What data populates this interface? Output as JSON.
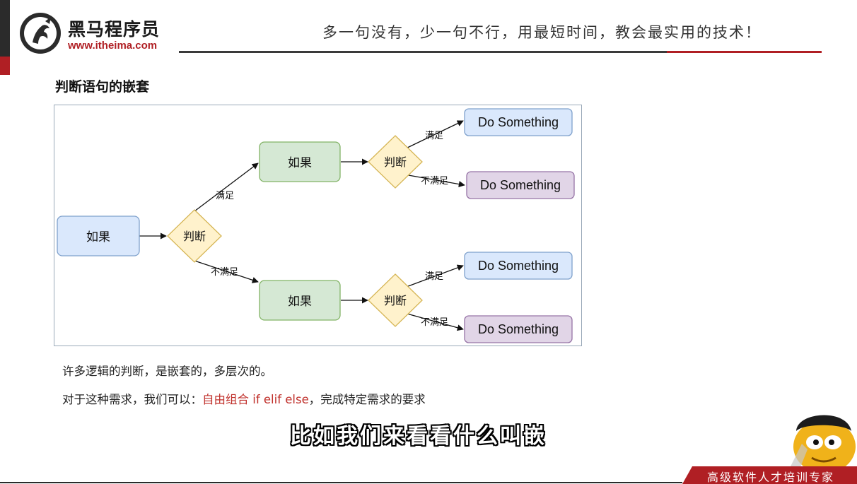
{
  "header": {
    "brand_name": "黑马程序员",
    "brand_url": "www.itheima.com",
    "slogan": "多一句没有，少一句不行，用最短时间，教会最实用的技术！"
  },
  "section": {
    "title": "判断语句的嵌套"
  },
  "diagram": {
    "root": "如果",
    "root_decision": "判断",
    "label_yes": "满足",
    "label_no": "不满足",
    "branches": [
      {
        "node": "如果",
        "decision": "判断",
        "label_yes": "满足",
        "label_no": "不满足",
        "yes_action": "Do Something",
        "no_action": "Do Something"
      },
      {
        "node": "如果",
        "decision": "判断",
        "label_yes": "满足",
        "label_no": "不满足",
        "yes_action": "Do Something",
        "no_action": "Do Something"
      }
    ]
  },
  "body": {
    "line1": "许多逻辑的判断，是嵌套的，多层次的。",
    "line2_prefix": "对于这种需求，我们可以：",
    "line2_highlight": "自由组合 if elif else",
    "line2_suffix": "，完成特定需求的要求"
  },
  "subtitle": "比如我们来看看什么叫嵌",
  "footer": {
    "text": "高级软件人才培训专家"
  },
  "colors": {
    "brand_red": "#b01f24",
    "blue_node": "#dae8fc",
    "blue_border": "#7fa1cc",
    "green_node": "#d5e8d4",
    "green_border": "#82b366",
    "diamond": "#fff2cc",
    "diamond_border": "#d6b656",
    "purple_node": "#e1d5e7",
    "purple_border": "#9673a6"
  }
}
